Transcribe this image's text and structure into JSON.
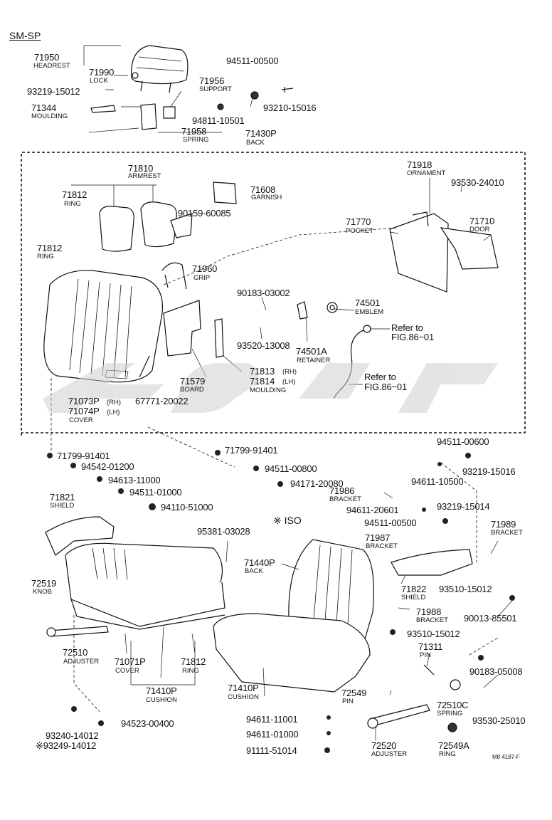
{
  "page": {
    "title": "SM-SP",
    "iso_mark": "※ ISO",
    "drawing_no": "M8 4187-F"
  },
  "parts": [
    {
      "id": "p1",
      "num": "71950",
      "name": "HEADREST"
    },
    {
      "id": "p2",
      "num": "71990",
      "name": "LOCK"
    },
    {
      "id": "p3",
      "num": "93219-15012",
      "name": ""
    },
    {
      "id": "p4",
      "num": "71344",
      "name": "MOULDING"
    },
    {
      "id": "p5",
      "num": "71956",
      "name": "SUPPORT"
    },
    {
      "id": "p6",
      "num": "71958",
      "name": "SPRING"
    },
    {
      "id": "p7",
      "num": "94511-00500",
      "name": ""
    },
    {
      "id": "p8",
      "num": "93210-15016",
      "name": ""
    },
    {
      "id": "p9",
      "num": "94811-10501",
      "name": ""
    },
    {
      "id": "p10",
      "num": "71430P",
      "name": "BACK"
    },
    {
      "id": "p11",
      "num": "71810",
      "name": "ARMREST"
    },
    {
      "id": "p12",
      "num": "71812",
      "name": "RING"
    },
    {
      "id": "p13",
      "num": "71608",
      "name": "GARNISH"
    },
    {
      "id": "p14",
      "num": "90159-60085",
      "name": ""
    },
    {
      "id": "p15",
      "num": "71812",
      "name": "RING"
    },
    {
      "id": "p16",
      "num": "71960",
      "name": "GRIP"
    },
    {
      "id": "p17",
      "num": "71918",
      "name": "ORNAMENT"
    },
    {
      "id": "p18",
      "num": "93530-24010",
      "name": ""
    },
    {
      "id": "p19",
      "num": "71770",
      "name": "POCKET"
    },
    {
      "id": "p20",
      "num": "71710",
      "name": "DOOR"
    },
    {
      "id": "p21",
      "num": "90183-03002",
      "name": ""
    },
    {
      "id": "p22",
      "num": "74501",
      "name": "EMBLEM"
    },
    {
      "id": "p23",
      "num": "93520-13008",
      "name": ""
    },
    {
      "id": "p24",
      "num": "74501A",
      "name": "RETAINER"
    },
    {
      "id": "p25",
      "num": "71579",
      "name": "BOARD"
    },
    {
      "id": "p26",
      "num": "67771-20022",
      "name": ""
    },
    {
      "id": "p27",
      "num": "71813",
      "name": ""
    },
    {
      "id": "p28",
      "num": "71814",
      "name": "MOULDING"
    },
    {
      "id": "p29",
      "num": "71073P",
      "name": ""
    },
    {
      "id": "p30",
      "num": "71074P",
      "name": "COVER"
    },
    {
      "id": "p31",
      "num": "71799-91401",
      "name": ""
    },
    {
      "id": "p32",
      "num": "71799-91401",
      "name": ""
    },
    {
      "id": "p33",
      "num": "94542-01200",
      "name": ""
    },
    {
      "id": "p34",
      "num": "94613-11000",
      "name": ""
    },
    {
      "id": "p35",
      "num": "94511-01000",
      "name": ""
    },
    {
      "id": "p36",
      "num": "94110-51000",
      "name": ""
    },
    {
      "id": "p37",
      "num": "94511-00800",
      "name": ""
    },
    {
      "id": "p38",
      "num": "94171-20080",
      "name": ""
    },
    {
      "id": "p39",
      "num": "71821",
      "name": "SHIELD"
    },
    {
      "id": "p40",
      "num": "95381-03028",
      "name": ""
    },
    {
      "id": "p41",
      "num": "71440P",
      "name": "BACK"
    },
    {
      "id": "p42",
      "num": "94511-00600",
      "name": ""
    },
    {
      "id": "p43",
      "num": "93219-15016",
      "name": ""
    },
    {
      "id": "p44",
      "num": "94611-10500",
      "name": ""
    },
    {
      "id": "p45",
      "num": "71986",
      "name": "BRACKET"
    },
    {
      "id": "p46",
      "num": "94611-20601",
      "name": ""
    },
    {
      "id": "p47",
      "num": "93219-15014",
      "name": ""
    },
    {
      "id": "p48",
      "num": "94511-00500",
      "name": ""
    },
    {
      "id": "p49",
      "num": "71987",
      "name": "BRACKET"
    },
    {
      "id": "p50",
      "num": "71989",
      "name": "BRACKET"
    },
    {
      "id": "p51",
      "num": "71822",
      "name": "SHIELD"
    },
    {
      "id": "p52",
      "num": "93510-15012",
      "name": ""
    },
    {
      "id": "p53",
      "num": "90013-85501",
      "name": ""
    },
    {
      "id": "p54",
      "num": "71988",
      "name": "BRACKET"
    },
    {
      "id": "p55",
      "num": "93510-15012",
      "name": ""
    },
    {
      "id": "p56",
      "num": "72519",
      "name": "KNOB"
    },
    {
      "id": "p57",
      "num": "72510",
      "name": "ADJUSTER"
    },
    {
      "id": "p58",
      "num": "71071P",
      "name": "COVER"
    },
    {
      "id": "p59",
      "num": "71812",
      "name": "RING"
    },
    {
      "id": "p60",
      "num": "71410P",
      "name": "CUSHION"
    },
    {
      "id": "p61",
      "num": "71410P",
      "name": "CUSHION"
    },
    {
      "id": "p62",
      "num": "71311",
      "name": "PIN"
    },
    {
      "id": "p63",
      "num": "90183-05008",
      "name": ""
    },
    {
      "id": "p64",
      "num": "72549",
      "name": "PIN"
    },
    {
      "id": "p65",
      "num": "72510C",
      "name": "SPRING"
    },
    {
      "id": "p66",
      "num": "93530-25010",
      "name": ""
    },
    {
      "id": "p67",
      "num": "94611-11001",
      "name": ""
    },
    {
      "id": "p68",
      "num": "94611-01000",
      "name": ""
    },
    {
      "id": "p69",
      "num": "91111-51014",
      "name": ""
    },
    {
      "id": "p70",
      "num": "72520",
      "name": "ADJUSTER"
    },
    {
      "id": "p71",
      "num": "72549A",
      "name": "RING"
    },
    {
      "id": "p72",
      "num": "93240-14012",
      "name": ""
    },
    {
      "id": "p73",
      "num": "※93249-14012",
      "name": ""
    },
    {
      "id": "p74",
      "num": "94523-00400",
      "name": ""
    }
  ],
  "suffix": {
    "rh": "(RH)",
    "lh": "(LH)"
  },
  "refs": [
    {
      "text": "Refer to",
      "target": "FIG.86−01"
    },
    {
      "text": "Refer to",
      "target": "FIG.86−01"
    }
  ]
}
